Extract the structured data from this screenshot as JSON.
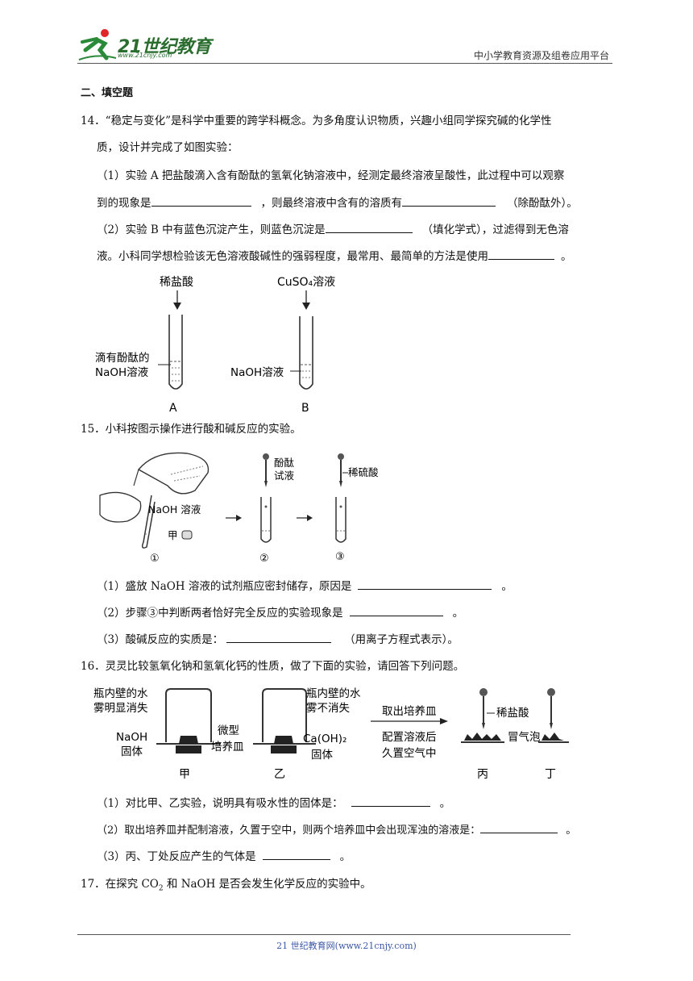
{
  "header": {
    "logo_text": "21世纪教育",
    "logo_url": "www.21cnjy.com",
    "platform": "中小学教育资源及组卷应用平台"
  },
  "section_title": "二、填空题",
  "q14": {
    "line1": "14．“稳定与变化”是科学中重要的跨学科概念。为多角度认识物质，兴趣小组同学探究碱的化学性",
    "line2": "质，设计并完成了如图实验：",
    "p1a": "（1）实验 A 把盐酸滴入含有酚酞的氢氧化钠溶液中，经测定最终溶液呈酸性，此过程中可以观察",
    "p1b_pre": "到的现象是",
    "p1b_mid": "，则最终溶液中含有的溶质有",
    "p1b_post": "（除酚酞外）。",
    "p2a_pre": "（2）实验 B 中有蓝色沉淀产生，则蓝色沉淀是",
    "p2a_post": "（填化学式），过滤得到无色溶",
    "p2b_pre": "液。小科同学想检验该无色溶液酸碱性的强弱程度，最常用、最简单的方法是使用",
    "p2b_post": "。",
    "fig": {
      "a_top": "稀盐酸",
      "a_side1": "滴有酚酞的",
      "a_side2": "NaOH溶液",
      "a_label": "A",
      "b_top": "CuSO₄溶液",
      "b_side": "NaOH溶液",
      "b_label": "B"
    }
  },
  "q15": {
    "stem": "15．小科按图示操作进行酸和碱反应的实验。",
    "fig": {
      "naoh": "NaOH 溶液",
      "jia": "甲",
      "phenol1": "酚酞",
      "phenol2": "试液",
      "acid": "稀硫酸",
      "step1": "①",
      "step2": "②",
      "step3": "③"
    },
    "p1_pre": "（1）盛放 NaOH 溶液的试剂瓶应密封储存，原因是",
    "p1_post": "。",
    "p2_pre": "（2）步骤③中判断两者恰好完全反应的实验现象是",
    "p2_post": "。",
    "p3_pre": "（3）酸碱反应的实质是：",
    "p3_post": "（用离子方程式表示）。"
  },
  "q16": {
    "stem": "16．灵灵比较氢氧化钠和氢氧化钙的性质，做了下面的实验，请回答下列问题。",
    "fig": {
      "w1a": "瓶内壁的水",
      "w1b": "雾明显消失",
      "naoh1": "NaOH",
      "naoh2": "固体",
      "micro1": "微型",
      "micro2": "培养皿",
      "w2a": "瓶内壁的水",
      "w2b": "雾不消失",
      "ca1": "Ca(OH)₂",
      "ca2": "固体",
      "take": "取出培养皿",
      "prep1": "配置溶液后",
      "prep2": "久置空气中",
      "acid": "稀盐酸",
      "bubble": "冒气泡",
      "jia": "甲",
      "yi": "乙",
      "bing": "丙",
      "ding": "丁"
    },
    "p1_pre": "（1）对比甲、乙实验，说明具有吸水性的固体是：",
    "p1_post": "。",
    "p2_pre": "（2）取出培养皿并配制溶液，久置于空中，则两个培养皿中会出现浑浊的溶液是：",
    "p2_post": "。",
    "p3_pre": "（3）丙、丁处反应产生的气体是",
    "p3_post": "。"
  },
  "q17": {
    "stem_pre": "17．在探究 CO",
    "stem_sub": "2",
    "stem_post": " 和 NaOH 是否会发生化学反应的实验中。"
  },
  "footer": "21 世纪教育网(www.21cnjy.com)"
}
